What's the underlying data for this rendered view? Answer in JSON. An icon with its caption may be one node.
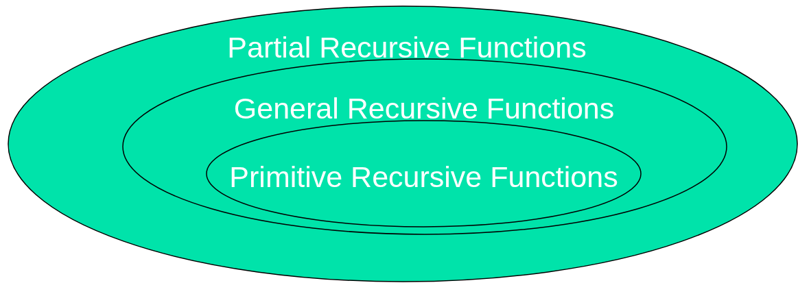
{
  "diagram": {
    "nodes": [
      {
        "text": [
          "Partial Recursive Functions"
        ]
      },
      {
        "text": [
          "General Recursive Functions"
        ],
        "in": 0
      },
      {
        "text": [
          "Primitive Recursive Functions"
        ],
        "in": 1
      }
    ]
  }
}
